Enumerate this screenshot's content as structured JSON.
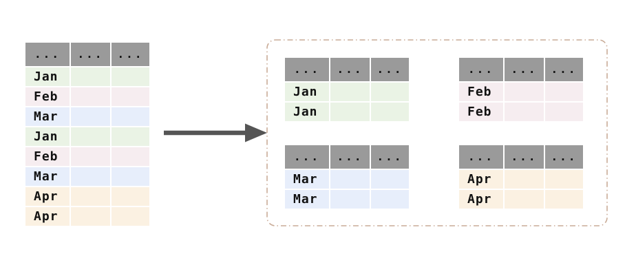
{
  "colors": {
    "header_bg": "#9a9a9a",
    "jan_bg": "#eaf3e5",
    "feb_bg": "#f6edf0",
    "mar_bg": "#e7eefb",
    "apr_bg": "#fbf1e2",
    "arrow": "#555555",
    "dashed_border": "#c9ab97",
    "text": "#111111"
  },
  "source_table": {
    "header": [
      "...",
      "...",
      "..."
    ],
    "rows": [
      {
        "label": "Jan",
        "group": "jan"
      },
      {
        "label": "Feb",
        "group": "feb"
      },
      {
        "label": "Mar",
        "group": "mar"
      },
      {
        "label": "Jan",
        "group": "jan"
      },
      {
        "label": "Feb",
        "group": "feb"
      },
      {
        "label": "Mar",
        "group": "mar"
      },
      {
        "label": "Apr",
        "group": "apr"
      },
      {
        "label": "Apr",
        "group": "apr"
      }
    ]
  },
  "group_tables": [
    {
      "name": "jan",
      "header": [
        "...",
        "...",
        "..."
      ],
      "rows": [
        "Jan",
        "Jan"
      ]
    },
    {
      "name": "feb",
      "header": [
        "...",
        "...",
        "..."
      ],
      "rows": [
        "Feb",
        "Feb"
      ]
    },
    {
      "name": "mar",
      "header": [
        "...",
        "...",
        "..."
      ],
      "rows": [
        "Mar",
        "Mar"
      ]
    },
    {
      "name": "apr",
      "header": [
        "...",
        "...",
        "..."
      ],
      "rows": [
        "Apr",
        "Apr"
      ]
    }
  ]
}
